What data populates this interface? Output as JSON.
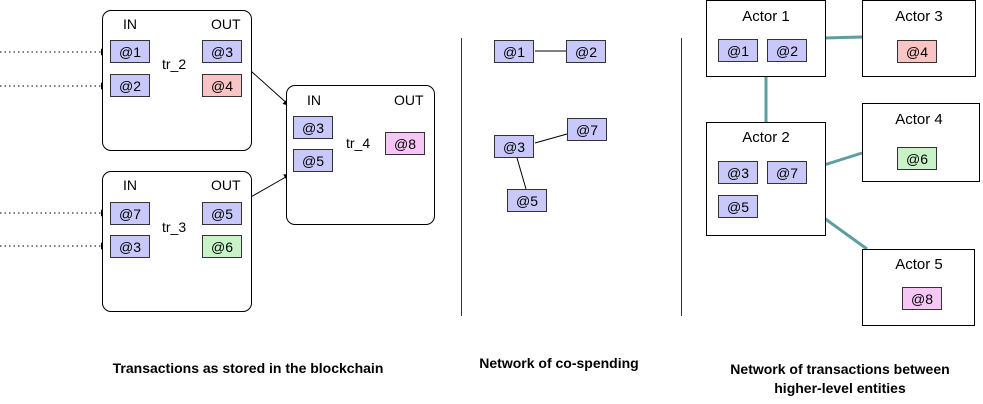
{
  "colors": {
    "address_default": "#c8c8fa",
    "address_red": "#f8c4c4",
    "address_green": "#c8f2c8",
    "address_pink": "#f6c6f4",
    "actor_link": "#5f9ea0"
  },
  "panel1": {
    "caption": "Transactions as stored in the blockchain",
    "tr_2": {
      "name": "tr_2",
      "in_label": "IN",
      "out_label": "OUT",
      "inputs": [
        "@1",
        "@2"
      ],
      "outputs": [
        "@3",
        "@4"
      ]
    },
    "tr_3": {
      "name": "tr_3",
      "in_label": "IN",
      "out_label": "OUT",
      "inputs": [
        "@7",
        "@3"
      ],
      "outputs": [
        "@5",
        "@6"
      ]
    },
    "tr_4": {
      "name": "tr_4",
      "in_label": "IN",
      "out_label": "OUT",
      "inputs": [
        "@3",
        "@5"
      ],
      "outputs": [
        "@8"
      ]
    }
  },
  "panel2": {
    "caption": "Network of co-spending",
    "nodes": [
      "@1",
      "@2",
      "@3",
      "@7",
      "@5"
    ]
  },
  "panel3": {
    "caption_line1": "Network of transactions between",
    "caption_line2": "higher-level entities",
    "actor1": {
      "label": "Actor 1",
      "addresses": [
        "@1",
        "@2"
      ]
    },
    "actor2": {
      "label": "Actor 2",
      "addresses": [
        "@3",
        "@7",
        "@5"
      ]
    },
    "actor3": {
      "label": "Actor 3",
      "addresses": [
        "@4"
      ]
    },
    "actor4": {
      "label": "Actor 4",
      "addresses": [
        "@6"
      ]
    },
    "actor5": {
      "label": "Actor 5",
      "addresses": [
        "@8"
      ]
    }
  }
}
